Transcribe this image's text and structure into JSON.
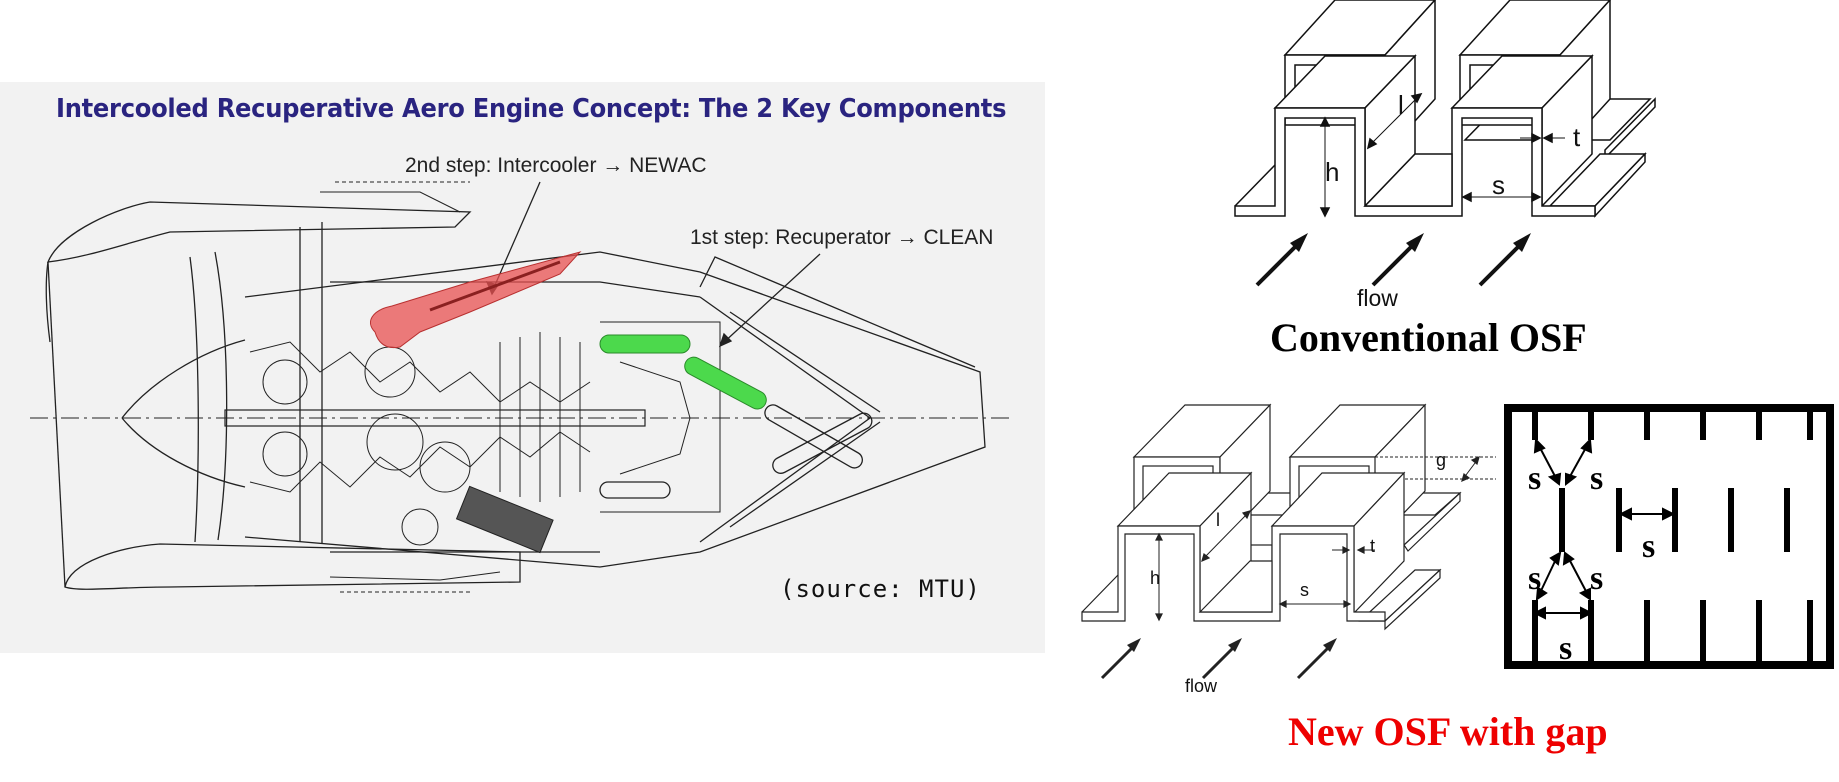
{
  "engine_panel": {
    "title": "Intercooled Recuperative Aero Engine Concept: The 2 Key Components",
    "callout_intercooler": "2nd step: Intercooler → NEWAC",
    "callout_recuperator": "1st step: Recuperator → CLEAN",
    "source": "(source: MTU)",
    "colors": {
      "title": "#2a2480",
      "intercooler_highlight": "#e85050",
      "recuperator_highlight": "#4cd94c",
      "background": "#f2f2f2"
    }
  },
  "conventional_osf": {
    "caption": "Conventional OSF",
    "flow_label": "flow",
    "dims": {
      "h": "h",
      "l": "l",
      "s": "s",
      "t": "t"
    }
  },
  "new_osf": {
    "caption": "New OSF with gap",
    "caption_color": "#ee0000",
    "flow_label": "flow",
    "dims": {
      "h": "h",
      "l": "l",
      "s": "s",
      "t": "t",
      "g": "g"
    }
  },
  "top_view": {
    "spacing_labels": [
      "s",
      "s",
      "s",
      "s",
      "s",
      "s"
    ]
  }
}
